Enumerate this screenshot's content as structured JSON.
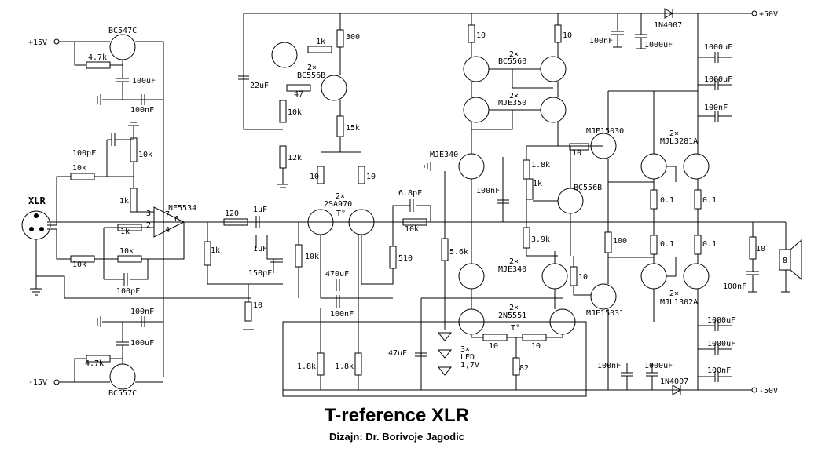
{
  "title": "T-reference XLR",
  "subtitle": "Dizajn: Dr. Borivoje Jagodic",
  "rails": {
    "pos_out": "+50V",
    "neg_out": "-50V",
    "pos_in": "+15V",
    "neg_in": "-15V"
  },
  "labels": {
    "xlr": "XLR",
    "bc547c": "BC547C",
    "bc557c": "BC557C",
    "r4k7a": "4.7k",
    "r4k7b": "4.7k",
    "c100uf_a": "100uF",
    "c100nf_a": "100nF",
    "c100uf_b": "100uF",
    "c100nf_b": "100nF",
    "c100pf_a": "100pF",
    "c100pf_b": "100pF",
    "r10k_a": "10k",
    "r10k_b": "10k",
    "r10k_c": "10k",
    "r10k_d": "10k",
    "r1k_a": "1k",
    "r1k_b": "1k",
    "opamp": "NE5534",
    "pin3": "3",
    "pin2": "2",
    "pin7": "7",
    "pin6": "6",
    "pin4": "4",
    "r1k_c": "1k",
    "r120": "120",
    "c1uf_a": "1uF",
    "c1uf_b": "1uF",
    "c150pf": "150pF",
    "r10_in": "10",
    "c22uf": "22uF",
    "r1k_d": "1k",
    "bc556b_a": "BC556B",
    "x2_a": "2×",
    "r47": "47",
    "r300": "300",
    "r10k_e": "10k",
    "r12k": "12k",
    "r15k": "15k",
    "r10_a": "10",
    "r10_b": "10",
    "x2_b": "2×",
    "sa970": "2SA970",
    "temp_a": "T°",
    "r10k_f": "10k",
    "c470uf": "470uF",
    "c100nf_c": "100nF",
    "r1k8_a": "1.8k",
    "r1k8_b": "1.8k",
    "c6p8": "6.8pF",
    "r10k_fb": "10k",
    "r510": "510",
    "r5k6": "5.6k",
    "mje340_a": "MJE340",
    "c100nf_d": "100nF",
    "c47uf": "47uF",
    "x3": "3×",
    "led": "LED",
    "led_v": "1,7V",
    "r10_c": "10",
    "r10_d": "10",
    "x2_c": "2×",
    "bc556b_b": "BC556B",
    "x2_d": "2×",
    "mje350": "MJE350",
    "x2_e": "2×",
    "mje340_b": "MJE340",
    "x2_f": "2×",
    "n2n5551": "2N5551",
    "temp_b": "T°",
    "r10_e": "10",
    "r10_f": "10",
    "r82": "82",
    "r1k8_c": "1.8k",
    "r1k_vbe": "1k",
    "bc556b_c": "BC556B",
    "r3k9": "3.9k",
    "mje15030": "MJE15030",
    "mje15031": "MJE15031",
    "r10_g": "10",
    "r10_h": "10",
    "r100": "100",
    "x2_g": "2×",
    "mjl3281a": "MJL3281A",
    "x2_h": "2×",
    "mjl1302a": "MJL1302A",
    "r0_1a": "0.1",
    "r0_1b": "0.1",
    "r0_1c": "0.1",
    "r0_1d": "0.1",
    "c100nf_e": "100nF",
    "c1000uf_a": "1000uF",
    "d1n4007_a": "1N4007",
    "c1000uf_b": "1000uF",
    "c1000uf_c": "1000uF",
    "c100nf_f": "100nF",
    "c100nf_g": "100nF",
    "c1000uf_d": "1000uF",
    "d1n4007_b": "1N4007",
    "c1000uf_e": "1000uF",
    "c1000uf_f": "1000uF",
    "c100nf_h": "100nF",
    "r10_zob": "10",
    "c100nf_zob": "100nF",
    "spk": "8"
  }
}
